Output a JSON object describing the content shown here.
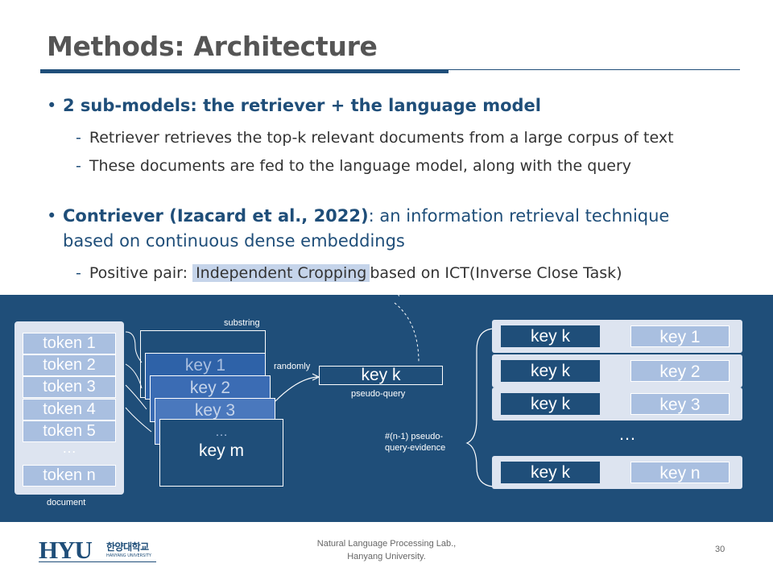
{
  "slide": {
    "title": "Methods: Architecture",
    "page_number": "30"
  },
  "bullets": [
    {
      "bold": "2 sub-models: the retriever + the language model",
      "rest": "",
      "subs": [
        "Retriever retrieves the top-k relevant documents from a large corpus of text",
        "These documents are fed to the language model, along with the query"
      ]
    },
    {
      "bold": "Contriever (Izacard et al., 2022)",
      "rest": ": an information retrieval technique",
      "line2": "based on continuous dense embeddings",
      "sub_prefix": "Positive pair:",
      "sub_highlight": "Independent Cropping",
      "sub_suffix": "based on ICT(Inverse Close Task)"
    }
  ],
  "diagram": {
    "tokens": [
      "token 1",
      "token 2",
      "token 3",
      "token 4",
      "token 5"
    ],
    "token_ellipsis": "…",
    "token_last": "token n",
    "document_label": "document",
    "substring_label": "substring",
    "stack_keys": [
      "key 1",
      "key 2",
      "key 3",
      "…",
      "key m"
    ],
    "randomly_label": "randomly",
    "pseudo_query_key": "key k",
    "pseudo_query_label": "pseudo-query",
    "evidence_label_1": "#(n-1) pseudo-",
    "evidence_label_2": "query-evidence",
    "pairs": [
      {
        "query": "key k",
        "evidence": "key 1"
      },
      {
        "query": "key k",
        "evidence": "key 2"
      },
      {
        "query": "key k",
        "evidence": "key 3"
      }
    ],
    "pairs_ellipsis": "…",
    "last_pair": {
      "query": "key k",
      "evidence": "key n"
    }
  },
  "footer": {
    "line1": "Natural Language Processing Lab.,",
    "line2": "Hanyang University.",
    "logo_text": "HYU",
    "logo_korean": "한양대학교",
    "logo_english": "HANYANG UNIVERSITY"
  },
  "colors": {
    "primary": "#1f4e79",
    "light": "#a9bfe0",
    "frame": "#dde4f0"
  }
}
